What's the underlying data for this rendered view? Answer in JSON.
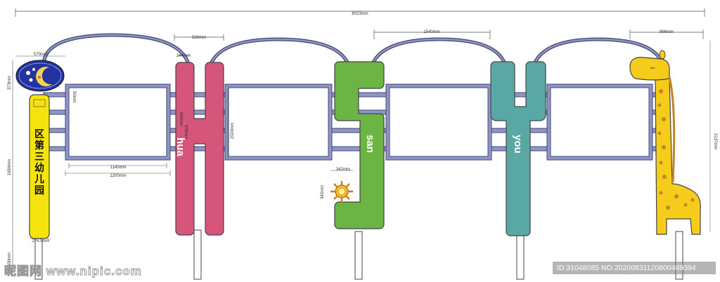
{
  "dimensions": {
    "total_width": "8023mm",
    "section_589": "589mm",
    "section_1540": "1540mm",
    "section_866": "866mm",
    "sign_width": "570mm",
    "sign_height": "373mm",
    "post_height": "1654mm",
    "base_height": "500mm",
    "post_bottom": "274.5mm",
    "board_inner_width": "1140mm",
    "board_outer_width": "1200mm",
    "board_gap": "50mm",
    "letter_spacing": "244mm",
    "letter_inner_h": "900mm",
    "letter_inner_h2": "840mm",
    "board_height": "2024mm",
    "sun_width": "342mm",
    "sun_height": "342mm",
    "right_total_height": "2137mm"
  },
  "school_name": [
    "区",
    "第",
    "三",
    "幼",
    "儿",
    "园"
  ],
  "letters": {
    "h_word": "hua",
    "s_word": "san",
    "y_word": "you"
  },
  "colors": {
    "pole_yellow": "#f5e20e",
    "letter_h": "#d5557b",
    "letter_s": "#6cb544",
    "letter_y": "#5aa8a6",
    "giraffe": "#f4cc19",
    "giraffe_spot": "#c58424",
    "rail": "#8d95c9",
    "frame_dark": "#45476e",
    "logo_blue": "#2433a0"
  },
  "watermark_left": "昵图网 www.nipic.com",
  "watermark_right": "ID:31048085 NO:20200831120800489394"
}
